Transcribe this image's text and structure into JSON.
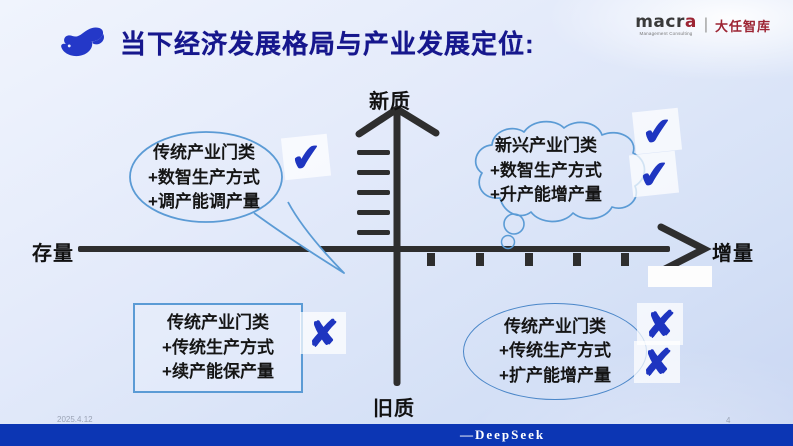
{
  "header": {
    "title": "当下经济发展格局与产业发展定位:",
    "whale_icon": "deepseek-whale"
  },
  "logo": {
    "brand_prefix": "macr",
    "brand_suffix": "a",
    "subtitle": "Management Consulting",
    "divider": "|",
    "cn_name": "大任智库"
  },
  "axes": {
    "top_label": "新质",
    "bottom_label": "旧质",
    "left_label": "存量",
    "right_label": "增量"
  },
  "marks": {
    "check": "✔",
    "cross": "✘"
  },
  "quadrants": {
    "top_left": {
      "shape": "speech-bubble",
      "lines": [
        "传统产业门类",
        "+数智生产方式",
        "+调产能调产量"
      ],
      "marks": [
        "check"
      ]
    },
    "top_right": {
      "shape": "thought-cloud",
      "lines": [
        "新兴产业门类",
        "+数智生产方式",
        "+升产能增产量"
      ],
      "marks": [
        "check",
        "check"
      ]
    },
    "bottom_left": {
      "shape": "rectangle",
      "lines": [
        "传统产业门类",
        "+传统生产方式",
        "+续产能保产量"
      ],
      "marks": [
        "cross"
      ]
    },
    "bottom_right": {
      "shape": "ellipse",
      "lines": [
        "传统产业门类",
        "+传统生产方式",
        "+扩产能增产量"
      ],
      "marks": [
        "cross",
        "cross"
      ]
    }
  },
  "footer": {
    "date": "2025.4.12",
    "credit": "—DeepSeek",
    "page": "4"
  },
  "colors": {
    "accent_blue": "#1e35c0",
    "bubble_border": "#5b9bd5",
    "axis": "#2e2e2e",
    "footer_bar": "#0c36b4",
    "title_text": "#16178d",
    "logo_red": "#9c2433"
  }
}
